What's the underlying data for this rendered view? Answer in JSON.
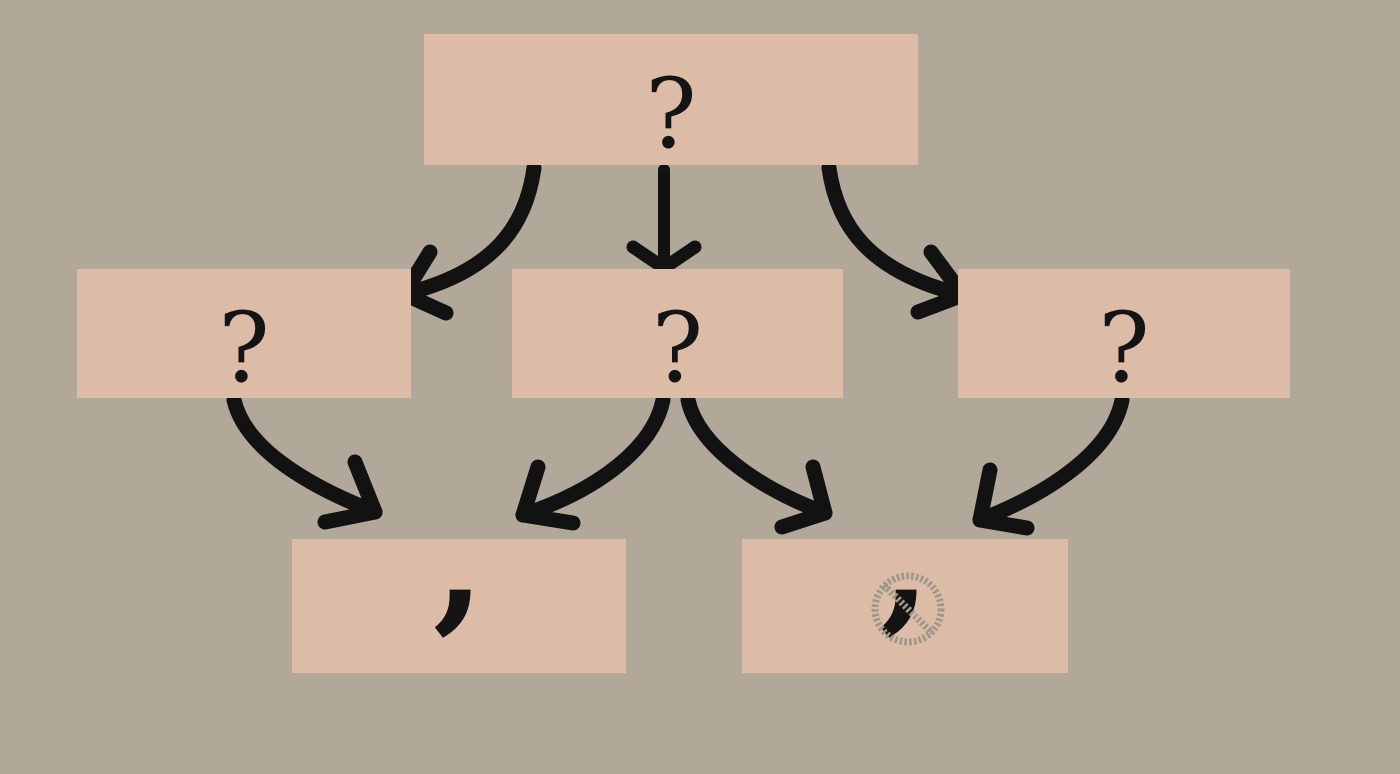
{
  "diagram": {
    "title": "comma decision flowchart",
    "colors": {
      "background": "#b1a89a",
      "node_fill": "#dcbca6",
      "ink": "#121212",
      "prohibition_sign": "#9e978a"
    },
    "nodes": {
      "top": {
        "label": "?"
      },
      "mid_left": {
        "label": "?"
      },
      "mid_center": {
        "label": "?"
      },
      "mid_right": {
        "label": "?"
      },
      "bottom_left": {
        "label": ","
      },
      "bottom_right": {
        "label": ",",
        "overlay": "no-symbol"
      }
    },
    "edges": [
      {
        "from": "top",
        "to": "mid_left"
      },
      {
        "from": "top",
        "to": "mid_center"
      },
      {
        "from": "top",
        "to": "mid_right"
      },
      {
        "from": "mid_left",
        "to": "bottom_left"
      },
      {
        "from": "mid_center",
        "to": "bottom_left"
      },
      {
        "from": "mid_center",
        "to": "bottom_right"
      },
      {
        "from": "mid_right",
        "to": "bottom_right"
      }
    ]
  }
}
